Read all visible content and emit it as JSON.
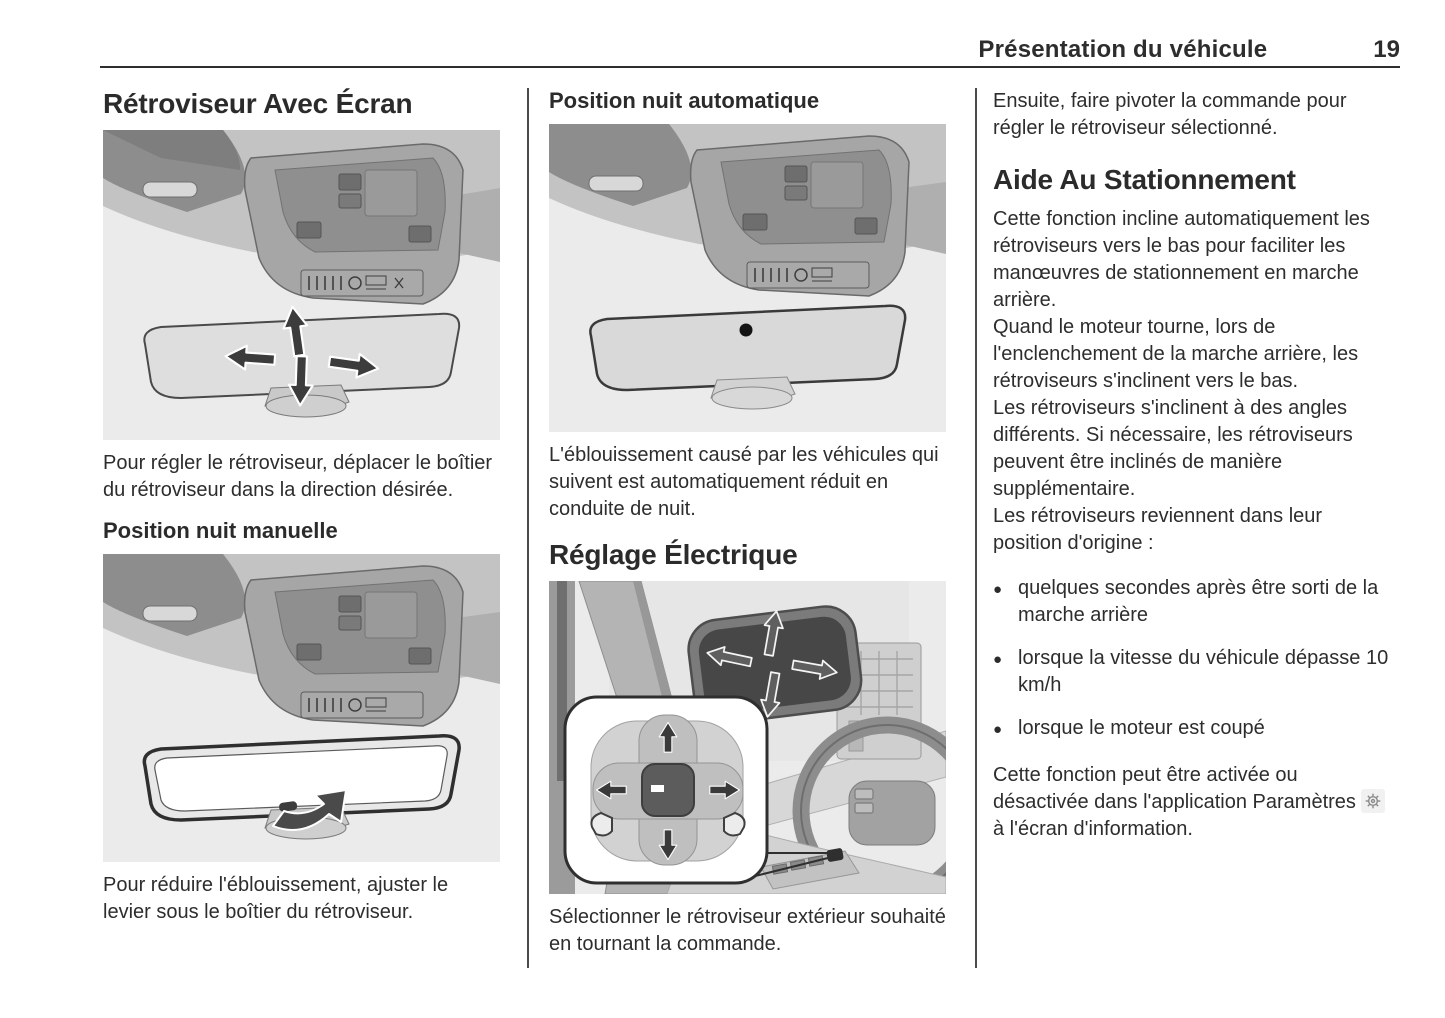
{
  "header": {
    "title": "Présentation du véhicule",
    "page_number": "19"
  },
  "columns": {
    "col1": {
      "heading1": "Rétroviseur Avec Écran",
      "para1": "Pour régler le rétroviseur, déplacer le boîtier du rétroviseur dans la direction désirée.",
      "heading2": "Position nuit manuelle",
      "para2": "Pour réduire l'éblouissement, ajuster le levier sous le boîtier du rétroviseur."
    },
    "col2": {
      "heading1": "Position nuit automatique",
      "para1": "L'éblouissement causé par les véhicules qui suivent est automatiquement réduit en conduite de nuit.",
      "heading2": "Réglage Électrique",
      "para2": "Sélectionner le rétroviseur extérieur souhaité en tournant la commande."
    },
    "col3": {
      "para_intro": "Ensuite, faire pivoter la commande pour régler le rétroviseur sélectionné.",
      "heading": "Aide Au Stationnement",
      "para1": "Cette fonction incline automatiquement les rétroviseurs vers le bas pour faciliter les manœuvres de stationnement en marche arrière.",
      "para2": "Quand le moteur tourne, lors de l'enclenchement de la marche arrière, les rétroviseurs s'inclinent vers le bas.",
      "para3": "Les rétroviseurs s'inclinent à des angles différents. Si nécessaire, les rétroviseurs peuvent être inclinés de manière supplémentaire.",
      "para4": "Les rétroviseurs reviennent dans leur position d'origine :",
      "bullets": [
        "quelques secondes après être sorti de la marche arrière",
        "lorsque la vitesse du véhicule dépasse 10 km/h",
        "lorsque le moteur est coupé"
      ],
      "para5_before_icon": "Cette fonction peut être activée ou désactivée dans l'application Paramètres",
      "para5_after_icon": "à l'écran d'information.",
      "settings_icon": "gear-icon"
    }
  },
  "colors": {
    "text": "#2d2d2d",
    "rule": "#2e2e2e",
    "figure_bg": "#ebebeb"
  }
}
